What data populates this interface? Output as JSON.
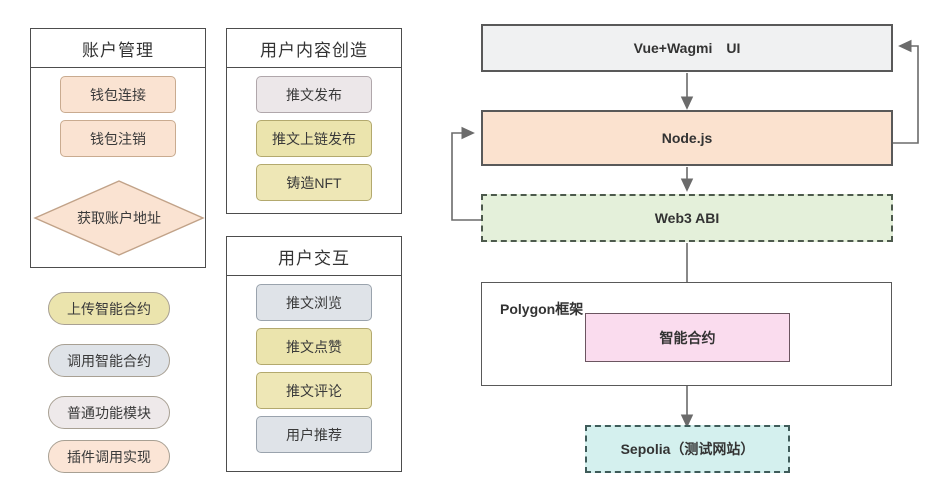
{
  "left_panels": [
    {
      "id": "account-management",
      "title": "账户管理",
      "items": [
        {
          "label": "钱包连接",
          "shape": "rect",
          "fill": "#fae3d2"
        },
        {
          "label": "钱包注销",
          "shape": "rect",
          "fill": "#fae3d2"
        }
      ],
      "decision": {
        "label": "获取账户地址",
        "shape": "diamond",
        "fill": "#fae3d2"
      }
    },
    {
      "id": "user-content-creation",
      "title": "用户内容创造",
      "items": [
        {
          "label": "推文发布",
          "shape": "rect",
          "fill": "#ece7e9"
        },
        {
          "label": "推文上链发布",
          "shape": "rect",
          "fill": "#ebe4ad"
        },
        {
          "label": "铸造NFT",
          "shape": "rect",
          "fill": "#eee7b6"
        }
      ]
    },
    {
      "id": "user-interaction",
      "title": "用户交互",
      "items": [
        {
          "label": "推文浏览",
          "shape": "rect",
          "fill": "#dfe3e8"
        },
        {
          "label": "推文点赞",
          "shape": "rect",
          "fill": "#ebe4ad"
        },
        {
          "label": "推文评论",
          "shape": "rect",
          "fill": "#eee7b6"
        },
        {
          "label": "用户推荐",
          "shape": "rect",
          "fill": "#dfe3e8"
        }
      ]
    }
  ],
  "legend_pills": [
    {
      "label": "上传智能合约",
      "fill": "#ebe4ad"
    },
    {
      "label": "调用智能合约",
      "fill": "#dfe3e8"
    },
    {
      "label": "普通功能模块",
      "fill": "#eee9ea"
    },
    {
      "label": "插件调用实现",
      "fill": "#fbe5d6"
    }
  ],
  "architecture": {
    "nodes": [
      {
        "id": "ui",
        "label": "Vue+Wagmi　UI",
        "fill": "#f0f1f2",
        "border": "solid"
      },
      {
        "id": "backend",
        "label": "Node.js",
        "fill": "#fbe2cf",
        "border": "solid"
      },
      {
        "id": "web3abi",
        "label": "Web3 ABI",
        "fill": "#e4f0da",
        "border": "dashed"
      },
      {
        "id": "polygon",
        "label": "Polygon框架",
        "fill": "#ffffff",
        "border": "solid"
      },
      {
        "id": "smartcontract",
        "label": "智能合约",
        "fill": "#fadcee",
        "border": "solid"
      },
      {
        "id": "sepolia",
        "label": "Sepolia（测试网站）",
        "fill": "#d4f0ee",
        "border": "dashed"
      }
    ],
    "edges": [
      {
        "from": "ui",
        "to": "backend",
        "type": "down"
      },
      {
        "from": "backend",
        "to": "ui",
        "type": "loop-right"
      },
      {
        "from": "backend",
        "to": "web3abi",
        "type": "down"
      },
      {
        "from": "web3abi",
        "to": "backend",
        "type": "loop-left"
      },
      {
        "from": "web3abi",
        "to": "smartcontract",
        "type": "down"
      },
      {
        "from": "smartcontract",
        "to": "sepolia",
        "type": "down"
      }
    ]
  },
  "colors": {
    "stroke": "#595959",
    "arrow": "#6b6b6b",
    "text": "#333333"
  }
}
